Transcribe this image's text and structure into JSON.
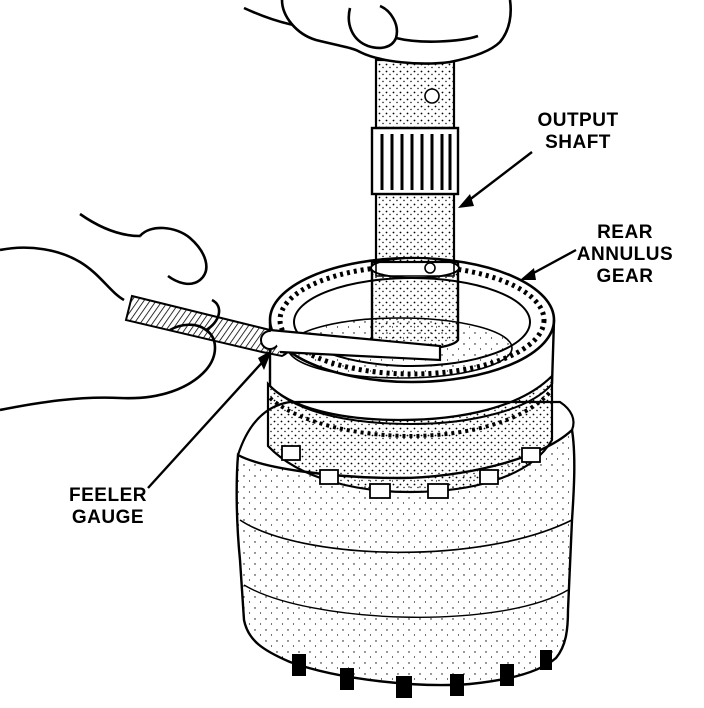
{
  "diagram": {
    "labels": {
      "output_shaft": [
        "OUTPUT",
        "SHAFT"
      ],
      "rear_annulus_gear": [
        "REAR",
        "ANNULUS",
        "GEAR"
      ],
      "feeler_gauge": [
        "FEELER",
        "GAUGE"
      ]
    },
    "colors": {
      "ink": "#000000",
      "paper": "#ffffff"
    }
  }
}
